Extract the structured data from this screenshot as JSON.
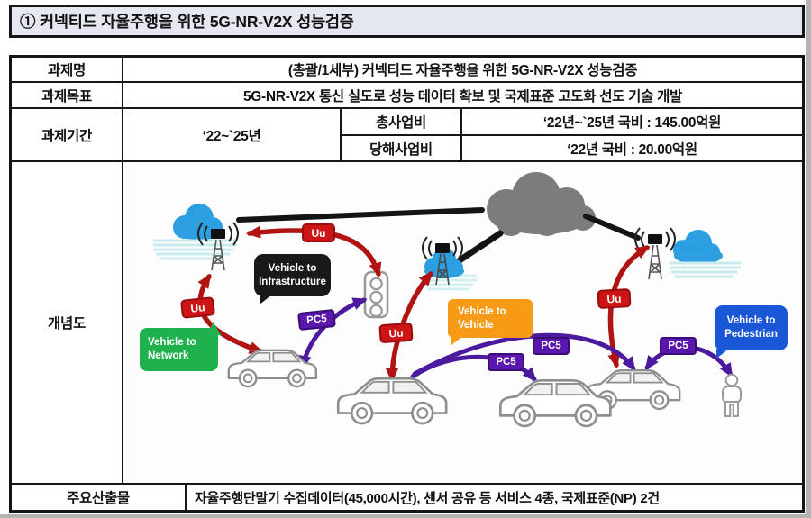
{
  "page": {
    "title": "① 커넥티드 자율주행을 위한 5G-NR-V2X 성능검증"
  },
  "table": {
    "rows": {
      "name": {
        "label": "과제명",
        "value": "(총괄/1세부) 커넥티드 자율주행을 위한 5G-NR-V2X 성능검증"
      },
      "goal": {
        "label": "과제목표",
        "value": "5G-NR-V2X 통신 실도로 성능 데이터 확보 및 국제표준 고도화 선도 기술 개발"
      },
      "period": {
        "label": "과제기간",
        "value": "‘22~`25년",
        "budget_total": {
          "label": "총사업비",
          "value": "‘22년~`25년 국비 : 145.00억원"
        },
        "budget_year": {
          "label": "당해사업비",
          "value": "‘22년 국비 : 20.00억원"
        }
      },
      "concept": {
        "label": "개념도"
      },
      "outputs": {
        "label": "주요산출물",
        "value": "자율주행단말기 수집데이터(45,000시간), 센서 공유 등 서비스 4종, 국제표준(NP) 2건"
      }
    }
  },
  "diagram": {
    "boxes": {
      "v2n": {
        "line1": "Vehicle to",
        "line2": "Network",
        "color": "#1fb14e"
      },
      "v2i": {
        "line1": "Vehicle to",
        "line2": "Infrastructure",
        "color": "#191919"
      },
      "v2v": {
        "line1": "Vehicle to",
        "line2": "Vehicle",
        "color": "#f79b17"
      },
      "v2p": {
        "line1": "Vehicle to",
        "line2": "Pedestrian",
        "color": "#1a57d6"
      }
    },
    "badges": {
      "uu": "Uu",
      "pc5": "PC5"
    },
    "colors": {
      "uu_link": "#b11212",
      "pc5_link": "#4c1a9e",
      "backbone": "#141414"
    }
  }
}
